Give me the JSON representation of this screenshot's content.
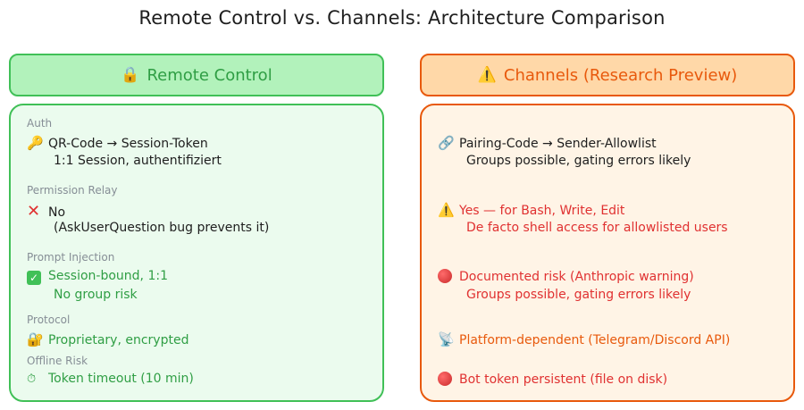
{
  "title": "Remote Control vs. Channels: Architecture Comparison",
  "left": {
    "header": {
      "icon": "lock-icon",
      "label": "Remote Control"
    },
    "sections": [
      {
        "label": "Auth",
        "icon": "key-icon",
        "main": "QR-Code → Session-Token",
        "sub": "1:1 Session, authentifiziert"
      },
      {
        "label": "Permission Relay",
        "icon": "cross-mark-icon",
        "main": "No",
        "sub": "(AskUserQuestion bug prevents it)"
      },
      {
        "label": "Prompt Injection",
        "icon": "check-mark-icon",
        "main": "Session-bound, 1:1",
        "sub": "No group risk"
      },
      {
        "label": "Protocol",
        "icon": "locked-with-key-icon",
        "main": "Proprietary, encrypted"
      },
      {
        "label": "Offline Risk",
        "icon": "stopwatch-icon",
        "main": "Token timeout (10 min)"
      }
    ]
  },
  "right": {
    "header": {
      "icon": "warning-icon",
      "label": "Channels (Research Preview)"
    },
    "sections": [
      {
        "icon": "link-icon",
        "main": "Pairing-Code → Sender-Allowlist",
        "sub": "Groups possible, gating errors likely"
      },
      {
        "icon": "warning-icon",
        "main": "Yes — for Bash, Write, Edit",
        "sub": "De facto shell access for allowlisted users"
      },
      {
        "icon": "red-circle-icon",
        "main": "Documented risk (Anthropic warning)",
        "sub": "Groups possible, gating errors likely"
      },
      {
        "icon": "satellite-antenna-icon",
        "main": "Platform-dependent (Telegram/Discord API)"
      },
      {
        "icon": "red-circle-icon",
        "main": "Bot token persistent (file on disk)"
      }
    ]
  },
  "colors": {
    "green_fill": "#ebfbee",
    "green_stroke": "#40c057",
    "green_text": "#2f9e44",
    "orange_fill": "#fff4e6",
    "orange_stroke": "#e8590c",
    "red_text": "#e03131"
  }
}
